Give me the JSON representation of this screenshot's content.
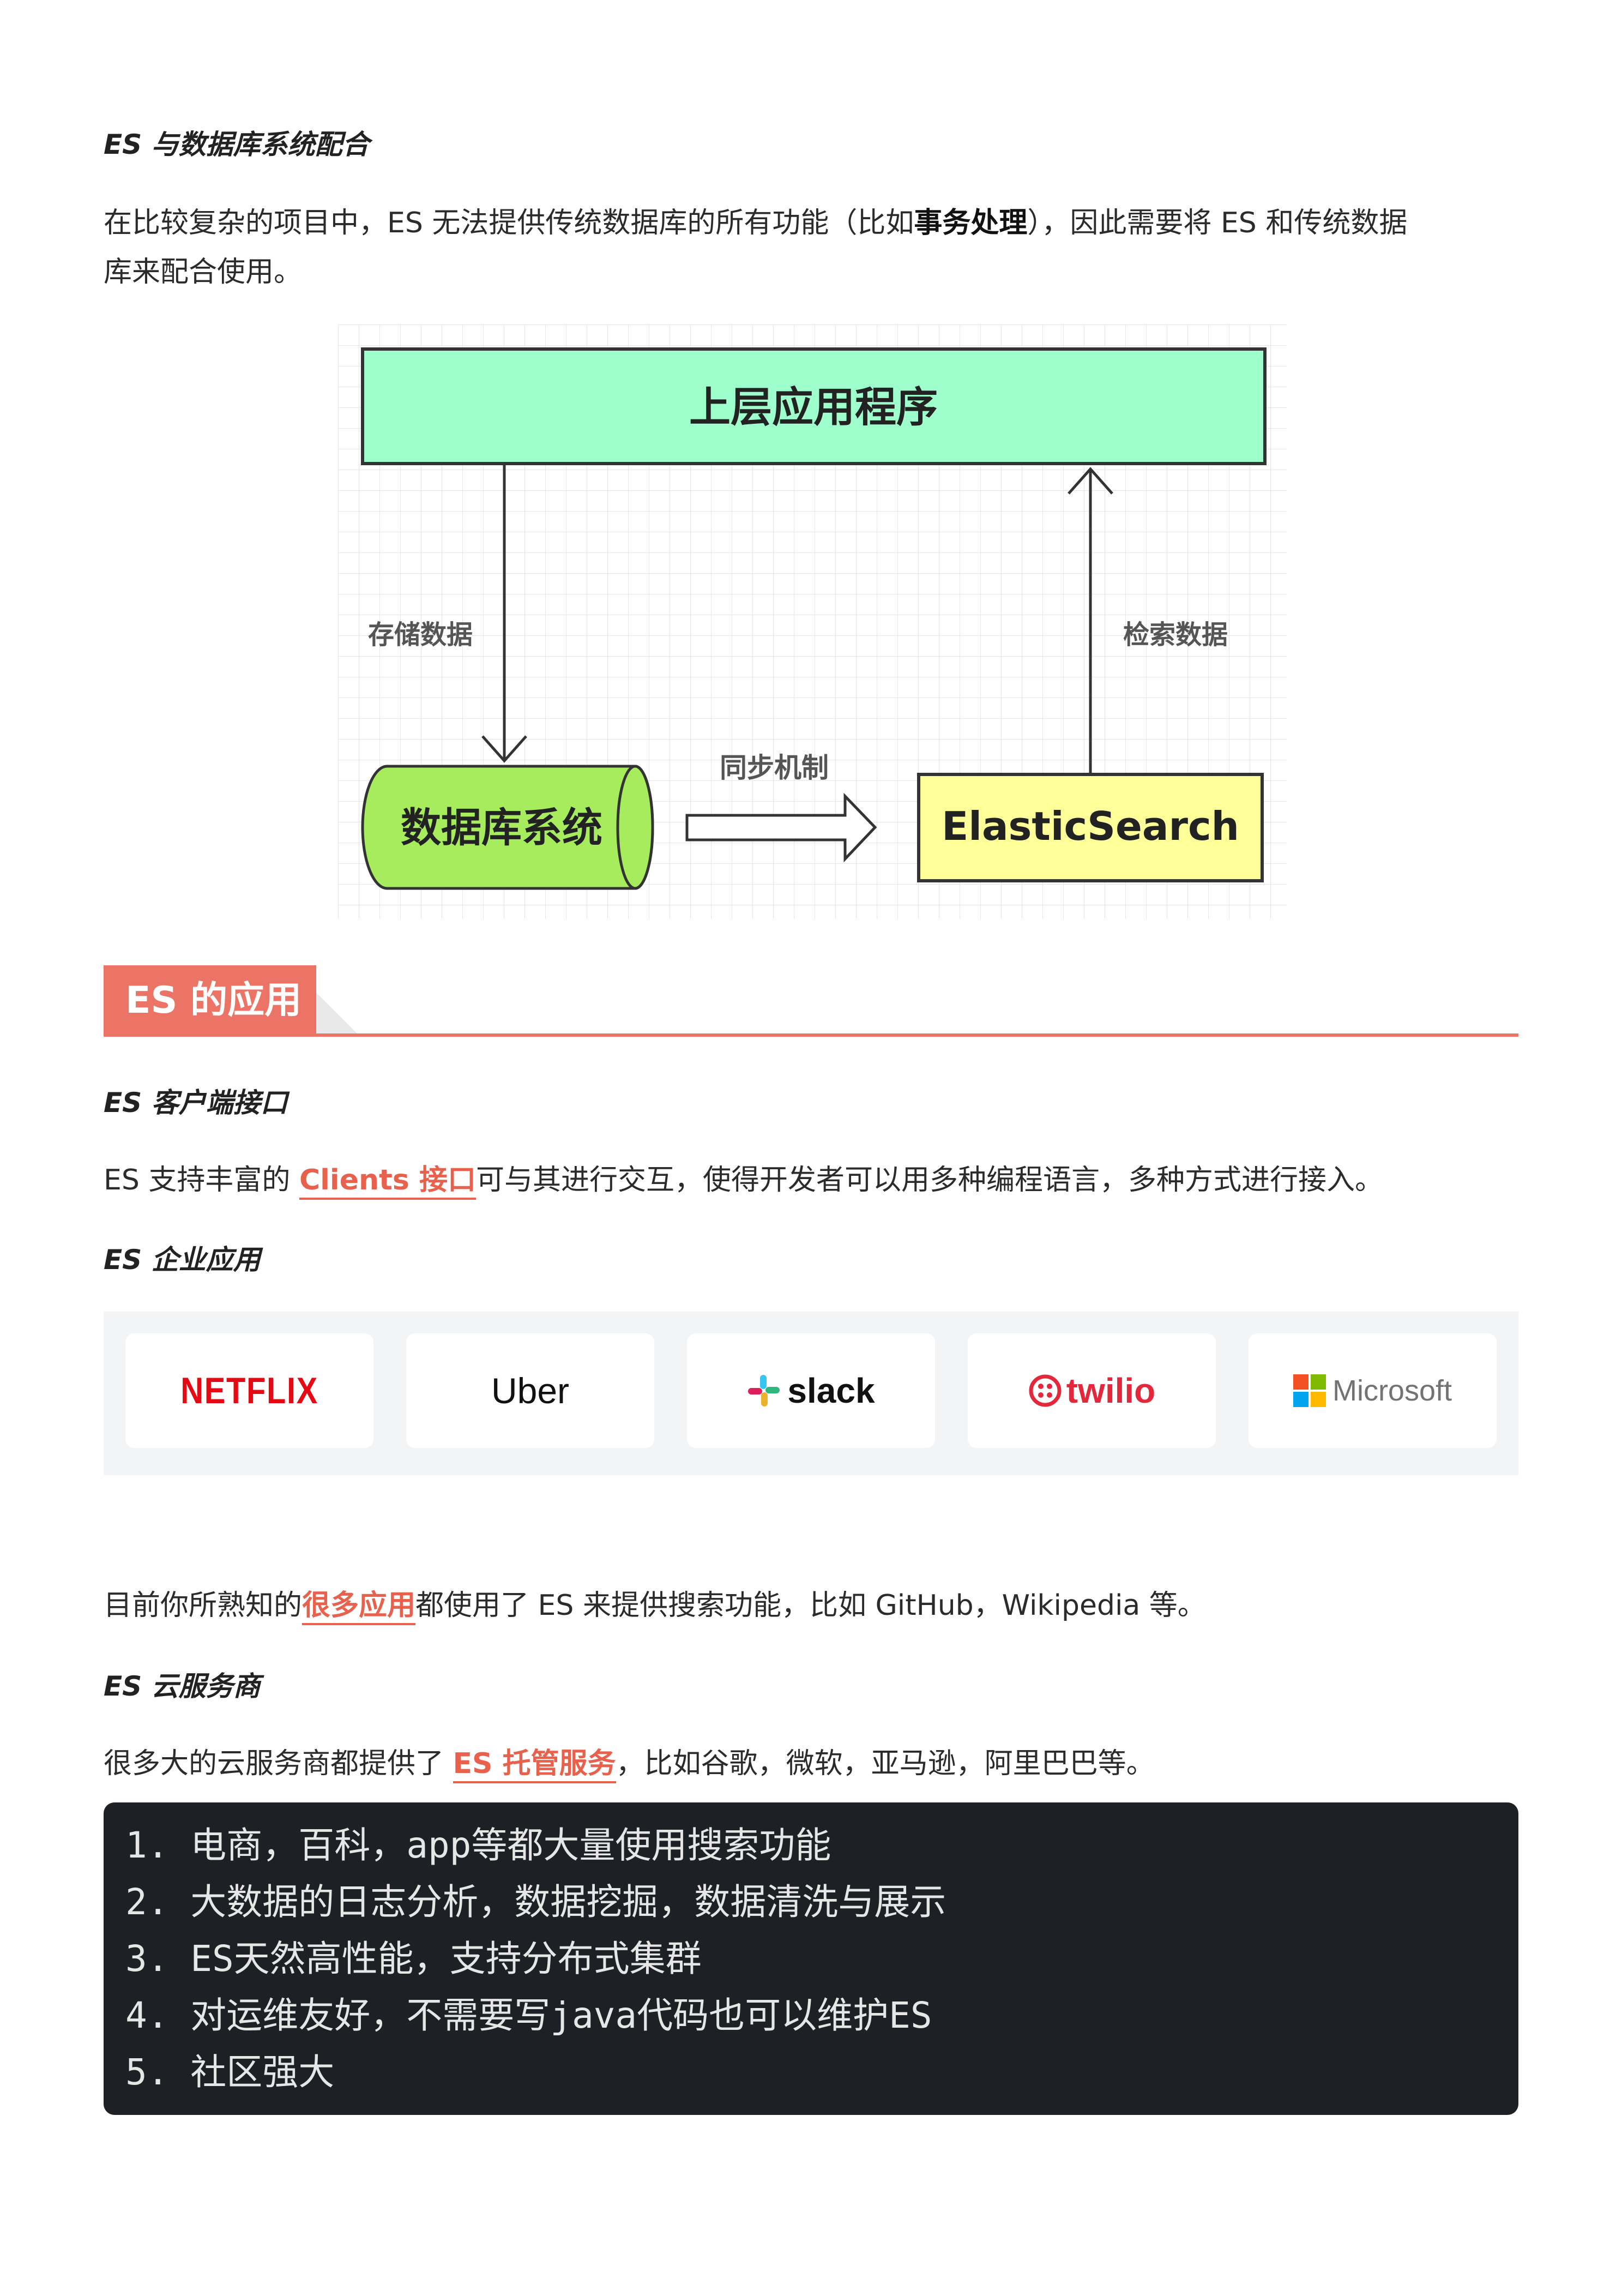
{
  "section_db": {
    "heading": "ES 与数据库系统配合",
    "para_p1": "在比较复杂的项目中，ES 无法提供传统数据库的所有功能（比如",
    "para_bold": "事务处理",
    "para_p2": "），因此需要将 ES 和传统数据",
    "para_line2": "库来配合使用。"
  },
  "diagram": {
    "top_box": "上层应用程序",
    "store_label": "存储数据",
    "retrieve_label": "检索数据",
    "db_label": "数据库系统",
    "sync_label": "同步机制",
    "es_label": "ElasticSearch",
    "colors": {
      "top": "#9fffcc",
      "db": "#a6ec5c",
      "es": "#ffff99"
    }
  },
  "section_apps": {
    "title": "ES 的应用",
    "accent": "#ec7466"
  },
  "clients": {
    "heading": "ES 客户端接口",
    "p1": "ES 支持丰富的 ",
    "link": "Clients 接口",
    "p2": "可与其进行交互，使得开发者可以用多种编程语言，多种方式进行接入。"
  },
  "enterprise": {
    "heading": "ES 企业应用",
    "logos": [
      {
        "name": "NETFLIX",
        "icon": "netflix-logo"
      },
      {
        "name": "Uber",
        "icon": "uber-logo"
      },
      {
        "name": "slack",
        "icon": "slack-logo"
      },
      {
        "name": "twilio",
        "icon": "twilio-logo"
      },
      {
        "name": "Microsoft",
        "icon": "microsoft-logo"
      }
    ],
    "p1": "目前你所熟知的",
    "link": "很多应用",
    "p2": "都使用了 ES 来提供搜索功能，比如 GitHub，Wikipedia 等。"
  },
  "cloud": {
    "heading": "ES 云服务商",
    "p1": "很多大的云服务商都提供了 ",
    "link": "ES 托管服务",
    "p2": "，比如谷歌，微软，亚马逊，阿里巴巴等。"
  },
  "code_lines": [
    "1. 电商，百科，app等都大量使用搜索功能",
    "2. 大数据的日志分析，数据挖掘，数据清洗与展示",
    "3. ES天然高性能，支持分布式集群",
    "4. 对运维友好，不需要写java代码也可以维护ES",
    "5. 社区强大"
  ]
}
